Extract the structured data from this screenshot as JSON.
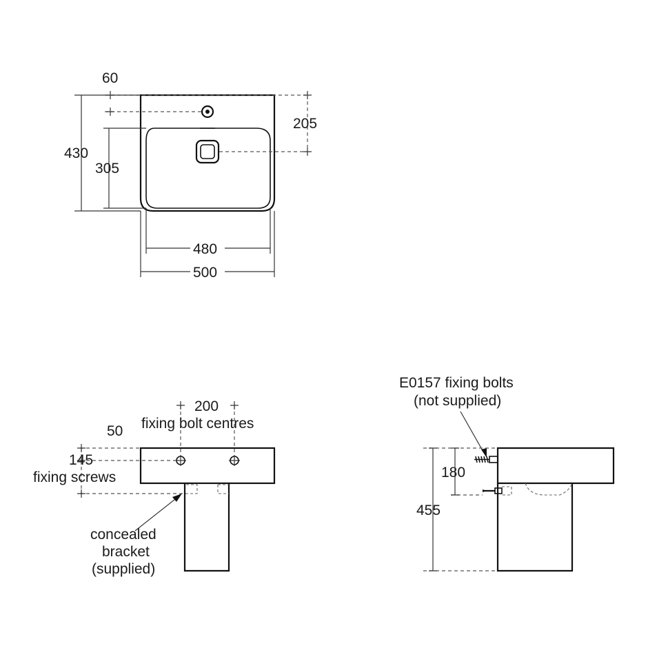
{
  "top_view": {
    "dim_60": "60",
    "dim_205": "205",
    "dim_430": "430",
    "dim_305": "305",
    "dim_480": "480",
    "dim_500": "500"
  },
  "front_view": {
    "dim_200": "200",
    "bolt_centres_label": "fixing bolt centres",
    "dim_50": "50",
    "dim_145": "145",
    "fixing_screws_label": "fixing screws",
    "bracket_line1": "concealed",
    "bracket_line2": "bracket",
    "bracket_line3": "(supplied)"
  },
  "side_view": {
    "bolts_line1": "E0157 fixing bolts",
    "bolts_line2": "(not supplied)",
    "dim_180": "180",
    "dim_455": "455"
  }
}
